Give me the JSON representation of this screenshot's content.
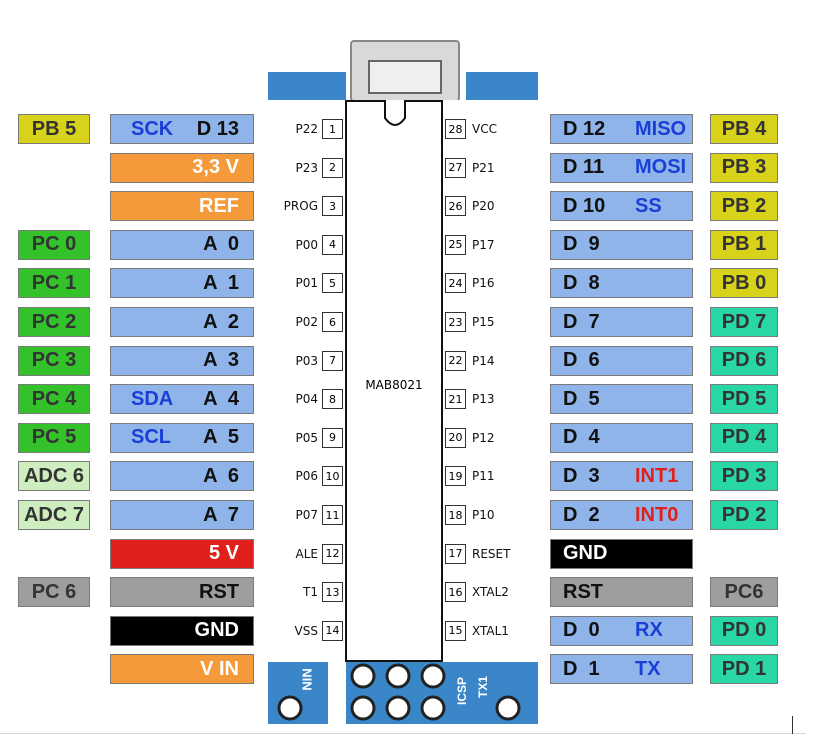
{
  "chip": {
    "name": "MAB8021",
    "left_pins": [
      {
        "label": "P22",
        "num": "1"
      },
      {
        "label": "P23",
        "num": "2"
      },
      {
        "label": "PROG",
        "num": "3"
      },
      {
        "label": "P00",
        "num": "4"
      },
      {
        "label": "P01",
        "num": "5"
      },
      {
        "label": "P02",
        "num": "6"
      },
      {
        "label": "P03",
        "num": "7"
      },
      {
        "label": "P04",
        "num": "8"
      },
      {
        "label": "P05",
        "num": "9"
      },
      {
        "label": "P06",
        "num": "10"
      },
      {
        "label": "P07",
        "num": "11"
      },
      {
        "label": "ALE",
        "num": "12"
      },
      {
        "label": "T1",
        "num": "13"
      },
      {
        "label": "VSS",
        "num": "14"
      }
    ],
    "right_pins": [
      {
        "label": "VCC",
        "num": "28"
      },
      {
        "label": "P21",
        "num": "27"
      },
      {
        "label": "P20",
        "num": "26"
      },
      {
        "label": "P17",
        "num": "25"
      },
      {
        "label": "P16",
        "num": "24"
      },
      {
        "label": "P15",
        "num": "23"
      },
      {
        "label": "P14",
        "num": "22"
      },
      {
        "label": "P13",
        "num": "21"
      },
      {
        "label": "P12",
        "num": "20"
      },
      {
        "label": "P11",
        "num": "19"
      },
      {
        "label": "P10",
        "num": "18"
      },
      {
        "label": "RESET",
        "num": "17"
      },
      {
        "label": "XTAL2",
        "num": "16"
      },
      {
        "label": "XTAL1",
        "num": "15"
      }
    ]
  },
  "left_rows": [
    {
      "port": "PB 5",
      "alt": "SCK",
      "pin": "D 13",
      "color": "#8fb4ea"
    },
    {
      "port": "",
      "alt": "",
      "pin": "3,3 V",
      "color": "#f59a3a"
    },
    {
      "port": "",
      "alt": "",
      "pin": "REF",
      "color": "#f59a3a"
    },
    {
      "port": "PC 0",
      "alt": "",
      "pin": "A  0",
      "color": "#8fb4ea"
    },
    {
      "port": "PC 1",
      "alt": "",
      "pin": "A  1",
      "color": "#8fb4ea"
    },
    {
      "port": "PC 2",
      "alt": "",
      "pin": "A  2",
      "color": "#8fb4ea"
    },
    {
      "port": "PC 3",
      "alt": "",
      "pin": "A  3",
      "color": "#8fb4ea"
    },
    {
      "port": "PC 4",
      "alt": "SDA",
      "pin": "A  4",
      "color": "#8fb4ea"
    },
    {
      "port": "PC 5",
      "alt": "SCL",
      "pin": "A  5",
      "color": "#8fb4ea"
    },
    {
      "port": "ADC 6",
      "alt": "",
      "pin": "A  6",
      "color": "#8fb4ea"
    },
    {
      "port": "ADC 7",
      "alt": "",
      "pin": "A  7",
      "color": "#8fb4ea"
    },
    {
      "port": "",
      "alt": "",
      "pin": "5 V",
      "color": "#e0201a"
    },
    {
      "port": "PC 6",
      "alt": "",
      "pin": "RST",
      "color": "#9e9e9e"
    },
    {
      "port": "",
      "alt": "",
      "pin": "GND",
      "color": "#000000"
    },
    {
      "port": "",
      "alt": "",
      "pin": "V IN",
      "color": "#f59a3a"
    }
  ],
  "right_rows": [
    {
      "pin": "D 12",
      "alt": "MISO",
      "port": "PB 4",
      "color": "#8fb4ea"
    },
    {
      "pin": "D 11",
      "alt": "MOSI",
      "port": "PB 3",
      "color": "#8fb4ea"
    },
    {
      "pin": "D 10",
      "alt": "SS",
      "port": "PB 2",
      "color": "#8fb4ea"
    },
    {
      "pin": "D  9",
      "alt": "",
      "port": "PB 1",
      "color": "#8fb4ea"
    },
    {
      "pin": "D  8",
      "alt": "",
      "port": "PB 0",
      "color": "#8fb4ea"
    },
    {
      "pin": "D  7",
      "alt": "",
      "port": "PD 7",
      "color": "#8fb4ea"
    },
    {
      "pin": "D  6",
      "alt": "",
      "port": "PD 6",
      "color": "#8fb4ea"
    },
    {
      "pin": "D  5",
      "alt": "",
      "port": "PD 5",
      "color": "#8fb4ea"
    },
    {
      "pin": "D  4",
      "alt": "",
      "port": "PD 4",
      "color": "#8fb4ea"
    },
    {
      "pin": "D  3",
      "alt": "INT1",
      "port": "PD 3",
      "color": "#8fb4ea"
    },
    {
      "pin": "D  2",
      "alt": "INT0",
      "port": "PD 2",
      "color": "#8fb4ea"
    },
    {
      "pin": "GND",
      "alt": "",
      "port": "",
      "color": "#000000"
    },
    {
      "pin": "RST",
      "alt": "",
      "port": "PC6",
      "color": "#9e9e9e"
    },
    {
      "pin": "D  0",
      "alt": "RX",
      "port": "PD 0",
      "color": "#8fb4ea"
    },
    {
      "pin": "D  1",
      "alt": "TX",
      "port": "PD 1",
      "color": "#8fb4ea"
    }
  ],
  "board": {
    "bottom_labels": [
      "NIN",
      "ICSP",
      "TX1"
    ]
  },
  "colors": {
    "portB": "#d8d21a",
    "portC": "#34c22a",
    "adc": "#cfeec0",
    "portD": "#28d6a6",
    "gray": "#9e9e9e",
    "blueText": "#1a3fd6",
    "redText": "#e0201a",
    "whiteText": "#ffffff",
    "blackText": "#111111",
    "board": "#3a86c8"
  }
}
